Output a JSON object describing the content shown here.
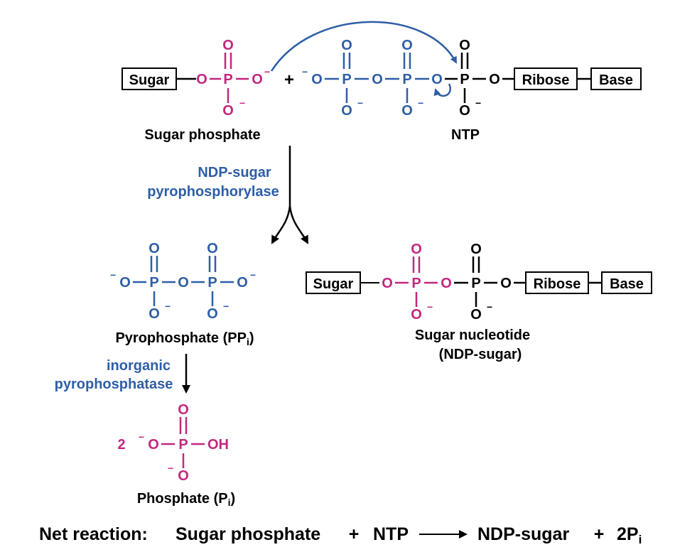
{
  "colors": {
    "sugar_phosphate": "#c2277e",
    "pyrophosphate": "#2e5ea6",
    "black": "#000000"
  },
  "atoms": {
    "O": "O",
    "P": "P",
    "neg": "−",
    "OH": "OH",
    "plus": "+"
  },
  "substrates": {
    "sugar_box": "Sugar",
    "sugar_phosphate_label": "Sugar phosphate",
    "ribose_box": "Ribose",
    "base_box": "Base",
    "ntp_label": "NTP"
  },
  "enzyme1": {
    "line1": "NDP-sugar",
    "line2": "pyrophosphorylase"
  },
  "products": {
    "pyrophosphate_label": "Pyrophosphate (PP",
    "pyrophosphate_sub": "i",
    "pyrophosphate_close": ")",
    "sugar_box": "Sugar",
    "ribose_box": "Ribose",
    "base_box": "Base",
    "sugar_nucleotide_label": "Sugar nucleotide",
    "ndp_sugar_label": "(NDP-sugar)"
  },
  "enzyme2": {
    "line1": "inorganic",
    "line2": "pyrophosphatase"
  },
  "phosphate": {
    "coefficient": "2",
    "label": "Phosphate (P",
    "sub": "i",
    "close": ")"
  },
  "net_reaction": {
    "prefix": "Net reaction:",
    "reactant1": "Sugar phosphate",
    "plus1": "+",
    "reactant2": "NTP",
    "product1": "NDP-sugar",
    "plus2": "+",
    "product2": "2P",
    "product2_sub": "i"
  }
}
